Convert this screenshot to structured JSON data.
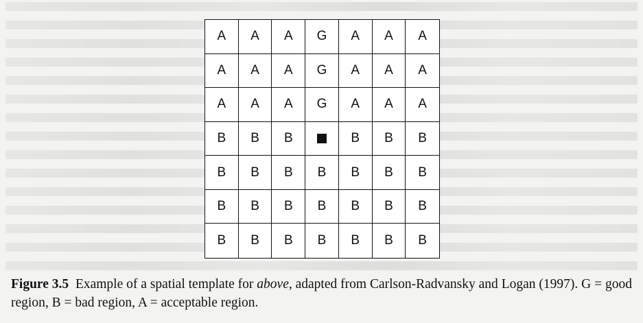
{
  "figure": {
    "grid": [
      [
        "A",
        "A",
        "A",
        "G",
        "A",
        "A",
        "A"
      ],
      [
        "A",
        "A",
        "A",
        "G",
        "A",
        "A",
        "A"
      ],
      [
        "A",
        "A",
        "A",
        "G",
        "A",
        "A",
        "A"
      ],
      [
        "B",
        "B",
        "B",
        "",
        "B",
        "B",
        "B"
      ],
      [
        "B",
        "B",
        "B",
        "B",
        "B",
        "B",
        "B"
      ],
      [
        "B",
        "B",
        "B",
        "B",
        "B",
        "B",
        "B"
      ],
      [
        "B",
        "B",
        "B",
        "B",
        "B",
        "B",
        "B"
      ]
    ],
    "reference_object": {
      "row": 3,
      "col": 3,
      "icon": "black-square-icon"
    }
  },
  "caption": {
    "label": "Figure 3.5",
    "text_before": "Example of a spatial template for ",
    "italic": "above",
    "text_after": ", adapted from Carlson-Radvansky and Logan (1997). G = good region, B = bad region, A = acceptable region."
  }
}
